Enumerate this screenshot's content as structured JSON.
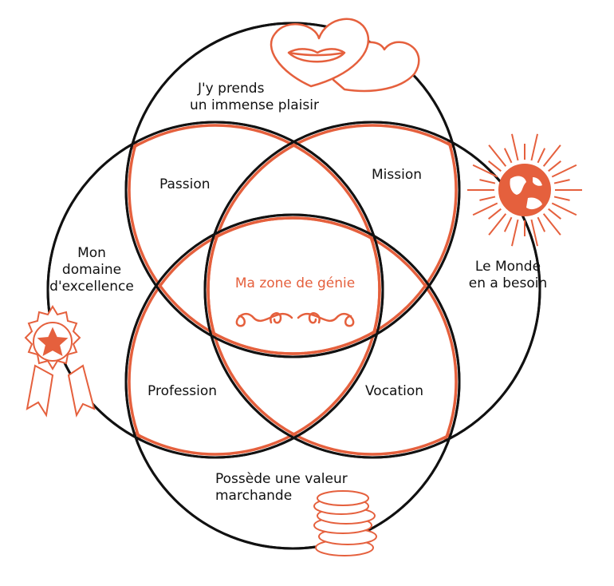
{
  "colors": {
    "outline": "#111111",
    "accent": "#e5603d",
    "background": "#ffffff"
  },
  "icons": [
    "heart-lips-icon",
    "sun-globe-icon",
    "ribbon-star-icon",
    "coins-stack-icon",
    "flourish-ornament"
  ],
  "circles": {
    "top": {
      "line1": "J'y prends",
      "line2": "un immense plaisir"
    },
    "right": {
      "line1": "Le Monde",
      "line2": "en a besoin"
    },
    "bottom": {
      "line1": "Possède une valeur",
      "line2": "marchande"
    },
    "left": {
      "line1": "Mon",
      "line2": "domaine",
      "line3": "d'excellence"
    }
  },
  "intersections": {
    "top_left": "Passion",
    "top_right": "Mission",
    "bottom_left": "Profession",
    "bottom_right": "Vocation"
  },
  "center": {
    "label": "Ma zone de génie"
  }
}
